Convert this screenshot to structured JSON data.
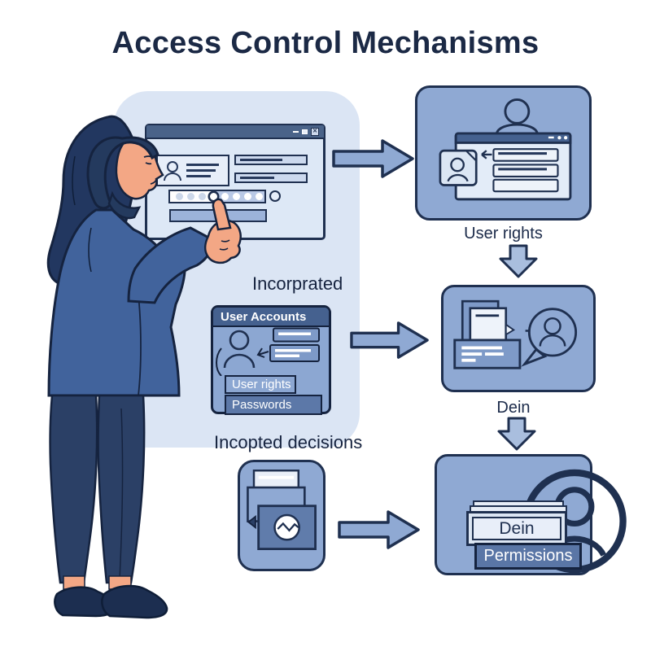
{
  "title": "Access Control Mechanisms",
  "flow_labels": {
    "user_rights": "User rights",
    "dein": "Dein"
  },
  "captions": {
    "incorprated": "Incorprated",
    "incopted_decisions": "Incopted decisions"
  },
  "user_accounts_box": {
    "header": "User Accounts",
    "bars": [
      {
        "label": "User rights"
      },
      {
        "label": "Passwords"
      }
    ]
  },
  "permissions_box": {
    "card": "Dein",
    "bar": "Permissions"
  },
  "icons": {
    "close": "✕"
  },
  "colors": {
    "title_navy": "#1b2945",
    "outline_navy": "#1f3050",
    "box_fill": "#8fa9d3",
    "panel_light_blue": "#dbe5f4",
    "window_titlebar": "#4a6389",
    "header_bar": "#45618f",
    "dark_bar": "#5c78a8",
    "skin": "#f3a785",
    "jacket_blue": "#41639c",
    "hijab_navy": "#223760"
  }
}
